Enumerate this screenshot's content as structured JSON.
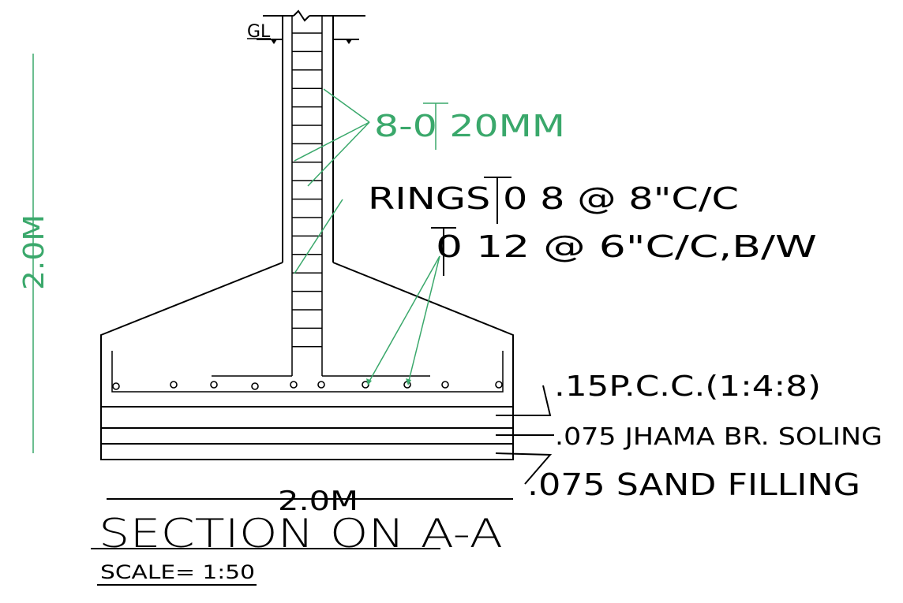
{
  "colors": {
    "ink": "#000000",
    "accent": "#3aa86b",
    "paper": "#ffffff"
  },
  "labels": {
    "ground_level": "GL",
    "main_bars": "8-0 20MM",
    "rings": "RINGS 0 8 @ 8\"C/C",
    "base_bars": "0 12 @  6\"C/C,B/W",
    "pcc": ".15P.C.C.(1:4:8)",
    "soling": ".075 JHAMA BR. SOLING",
    "sand": ".075 SAND FILLING",
    "height_dim": "2.0M",
    "width_dim": "2.0M",
    "title": "SECTION ON A-A",
    "scale": "SCALE= 1:50"
  }
}
